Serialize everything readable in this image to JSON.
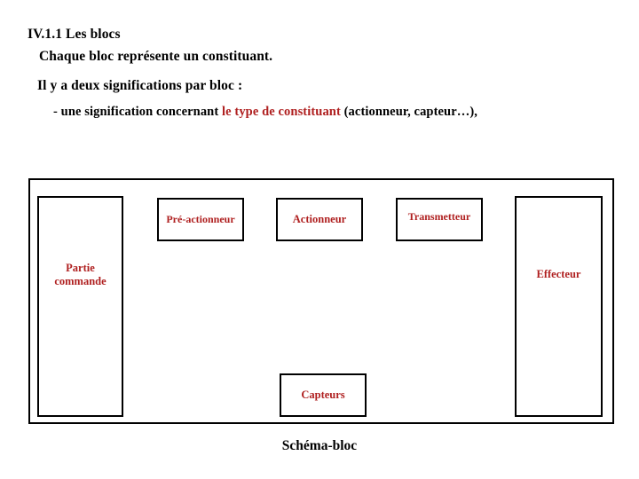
{
  "slide": {
    "heading": "IV.1.1  Les blocs",
    "line_2": "Chaque bloc représente un constituant.",
    "line_3": "Il y a deux significations par bloc :",
    "line_4_prefix": "- une signification concernant ",
    "line_4_accent": "le type de constituant",
    "line_4_suffix": " (actionneur, capteur…),",
    "accent_color": "#AF1F1F",
    "text_color": "#000000"
  },
  "diagram": {
    "caption": "Schéma-bloc",
    "border_color": "#000000",
    "block_text_color": "#AF1F1F",
    "blocks": [
      {
        "id": "partie-commande",
        "label": "Partie\ncommande"
      },
      {
        "id": "pre-actionneur",
        "label": "Pré-actionneur"
      },
      {
        "id": "actionneur",
        "label": "Actionneur"
      },
      {
        "id": "transmetteur",
        "label": "Transmetteur"
      },
      {
        "id": "effecteur",
        "label": "Effecteur"
      },
      {
        "id": "capteurs",
        "label": "Capteurs"
      }
    ]
  }
}
